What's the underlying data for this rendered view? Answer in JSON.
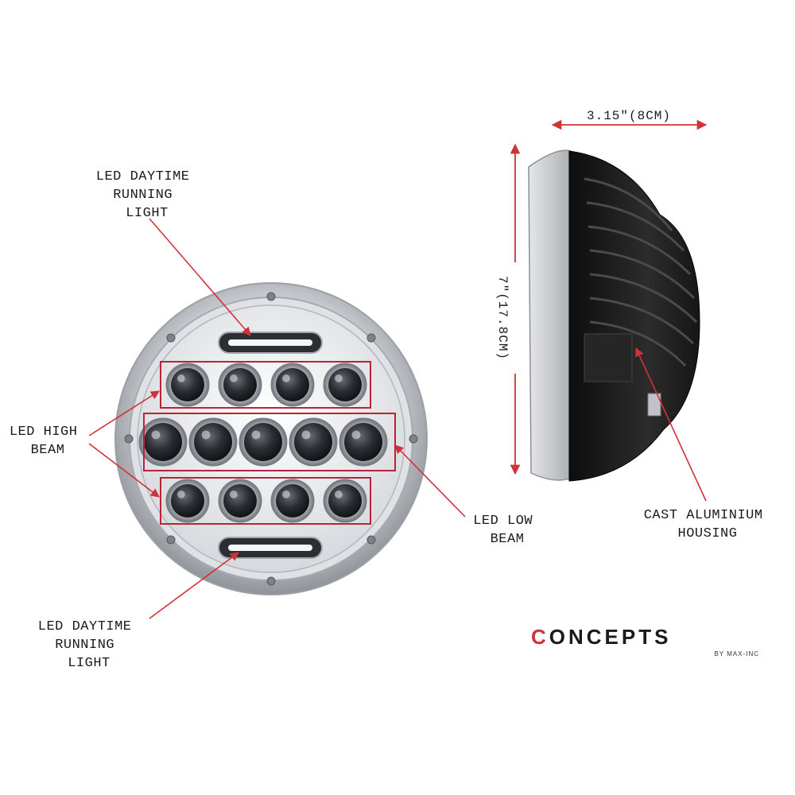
{
  "labels": {
    "drl_top": [
      "LED DAYTIME",
      "RUNNING",
      "LIGHT"
    ],
    "high_beam": [
      "LED HIGH",
      "BEAM"
    ],
    "low_beam": [
      "LED LOW",
      "BEAM"
    ],
    "drl_bottom": [
      "LED DAYTIME",
      "RUNNING",
      "LIGHT"
    ],
    "housing": [
      "CAST ALUMINIUM",
      "HOUSING"
    ]
  },
  "dimensions": {
    "depth": "3.15\"(8CM)",
    "diameter": "7\"(17.8CM)"
  },
  "logo": {
    "main": "CONCEPTS",
    "sub": "BY MAX-INC"
  },
  "colors": {
    "accent": "#d0323a",
    "chrome": "#c9ccd0",
    "housing": "#1c1c1c"
  }
}
